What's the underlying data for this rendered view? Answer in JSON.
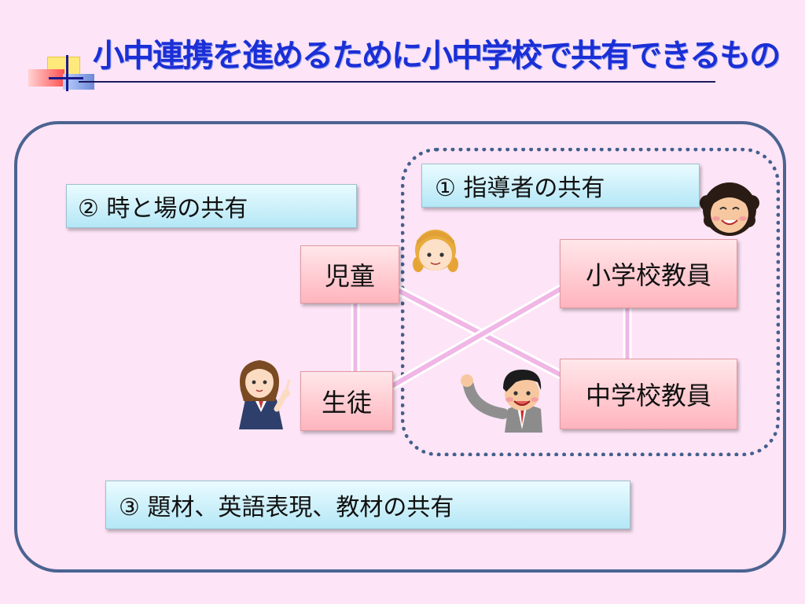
{
  "title": "小中連携を進めるために小中学校で共有できるもの",
  "shared_items": {
    "teachers": "① 指導者の共有",
    "time_place": "② 時と場の共有",
    "materials": "③ 題材、英語表現、教材の共有"
  },
  "nodes": {
    "elementary_pupils": "児童",
    "junior_high_students": "生徒",
    "elementary_teachers": "小学校教員",
    "junior_high_teachers": "中学校教員"
  },
  "colors": {
    "title": "#1b2fd6",
    "frame": "#4b6391",
    "label_box": "#b4e7f6",
    "node_box": "#ffb4bd",
    "background": "#fde4f6"
  }
}
